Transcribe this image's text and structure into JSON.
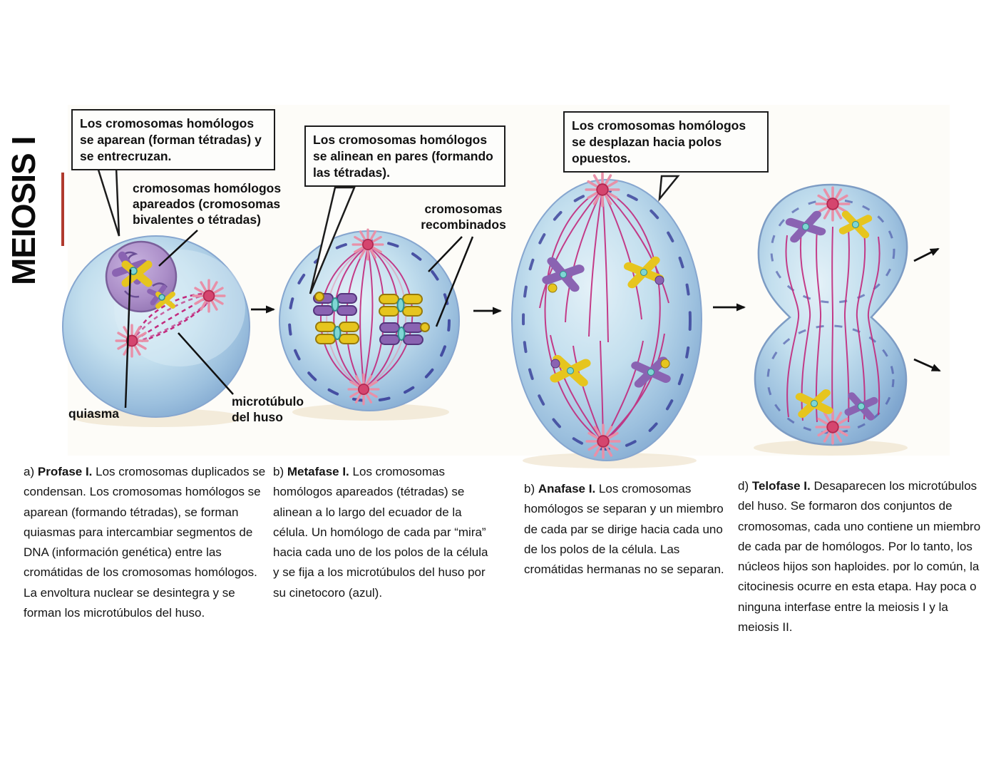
{
  "title": "MEIOSIS I",
  "figure": {
    "callouts": [
      {
        "text": "Los cromosomas homólogos se aparean (forman tétradas) y se entrecruzan."
      },
      {
        "text": "Los cromosomas homólogos se alinean en pares (formando las tétradas)."
      },
      {
        "text": "Los cromosomas homólogos se desplazan hacia polos opuestos."
      }
    ],
    "labels": [
      {
        "text": "cromosomas homólogos apareados (cromosomas bivalentes o tétradas)"
      },
      {
        "text": "cromosomas recombinados"
      },
      {
        "text": "quiasma"
      },
      {
        "text": "microtúbulo del huso"
      }
    ],
    "stages": [
      "Profase I",
      "Metafase I",
      "Anafase I",
      "Telofase I"
    ],
    "icons": [
      "arrow-right-icon",
      "arrow-up-right-icon",
      "arrow-down-right-icon"
    ]
  },
  "captions": [
    {
      "prefix": "a)",
      "stage": "Profase I.",
      "body": "Los cromosomas duplicados se condensan. Los cromosomas homólogos se aparean (formando tétradas), se forman quiasmas para intercambiar segmentos de DNA (información genética) entre las cromátidas de los cromosomas homólogos. La envoltura nuclear se desintegra y se forman los microtúbulos del huso."
    },
    {
      "prefix": "b)",
      "stage": "Metafase I.",
      "body": "Los cromosomas homólogos apareados (tétradas) se alinean a lo largo del ecuador de la célula. Un homólogo de cada par “mira” hacia cada uno de los polos de la célula y se fija a los microtúbulos del huso por su cinetocoro (azul)."
    },
    {
      "prefix": "b)",
      "stage": "Anafase I.",
      "body": "Los cromosomas homólogos se separan y un miembro de cada par se dirige hacia cada uno de los polos de la célula. Las cromátidas hermanas no se separan."
    },
    {
      "prefix": "d)",
      "stage": "Telofase I.",
      "body": "Desaparecen los microtúbulos del huso. Se formaron dos conjuntos de cromosomas, cada uno contiene un miembro de cada par de homólogos. Por lo tanto, los núcleos hijos son haploides. por lo común, la citocinesis ocurre en esta etapa. Hay poca o ninguna interfase entre la meiosis I y la meiosis II."
    }
  ],
  "colors": {
    "accent_red_line": "#b03a2e",
    "chromosome_purple": "#8a63b2",
    "chromosome_yellow": "#e6c51e",
    "centromere_cyan": "#7fd6d4",
    "spindle_magenta": "#c2297d",
    "cell_blue": "#9cc0de",
    "nucleus_purple": "#ab8ec8",
    "envelope_navy": "#2e3192"
  }
}
